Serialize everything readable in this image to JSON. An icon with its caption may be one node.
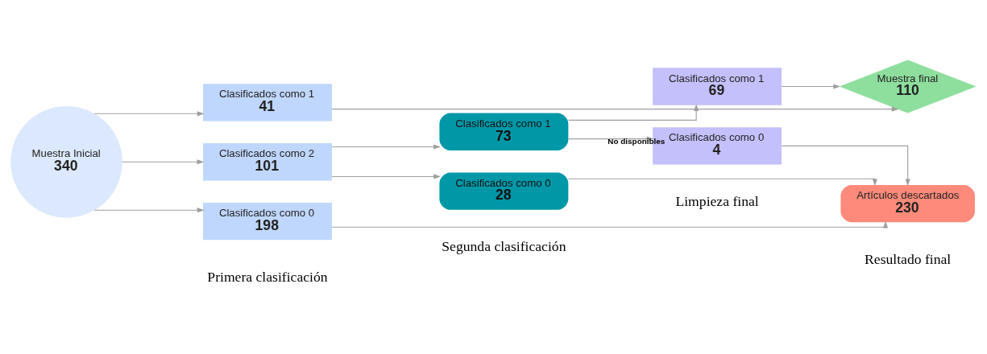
{
  "diagram": {
    "nodes": [
      {
        "text": [
          "Muestra Inicial",
          "340"
        ]
      },
      {
        "text": [
          "Clasificados como 1",
          "41"
        ]
      },
      {
        "text": [
          "Clasificados como 2",
          "101"
        ]
      },
      {
        "text": [
          "Clasificados como 0",
          "198"
        ]
      },
      {
        "text": [
          "Clasificados como 1",
          "73"
        ]
      },
      {
        "text": [
          "Clasificados como 0",
          "28"
        ]
      },
      {
        "text": [
          "Clasificados como 1",
          "69"
        ]
      },
      {
        "text": [
          "Clasificados como 0",
          "4"
        ]
      },
      {
        "text": [
          "Muestra final",
          "110"
        ]
      },
      {
        "text": [
          "Artículos descartados",
          "230"
        ]
      }
    ],
    "edges": [
      {
        "from": 0,
        "to": 1,
        "arrow": "to"
      },
      {
        "from": 0,
        "to": 2,
        "arrow": "to"
      },
      {
        "from": 0,
        "to": 3,
        "arrow": "to"
      },
      {
        "from": 2,
        "to": 4,
        "arrow": "to"
      },
      {
        "from": 2,
        "to": 5,
        "arrow": "to"
      },
      {
        "from": 4,
        "to": 6,
        "arrow": "to"
      },
      {
        "from": 4,
        "to": 7,
        "label": "No disponibles",
        "arrow": "to"
      },
      {
        "from": 1,
        "to": 8,
        "arrow": "to"
      },
      {
        "from": 6,
        "to": 8,
        "arrow": "to"
      },
      {
        "from": 7,
        "to": 9,
        "arrow": "to"
      },
      {
        "from": 5,
        "to": 9,
        "arrow": "to"
      },
      {
        "from": 3,
        "to": 9,
        "arrow": "to"
      }
    ],
    "labels": [
      "Primera clasificación",
      "Segunda clasificación",
      "Limpieza final",
      "Resultado final"
    ]
  }
}
